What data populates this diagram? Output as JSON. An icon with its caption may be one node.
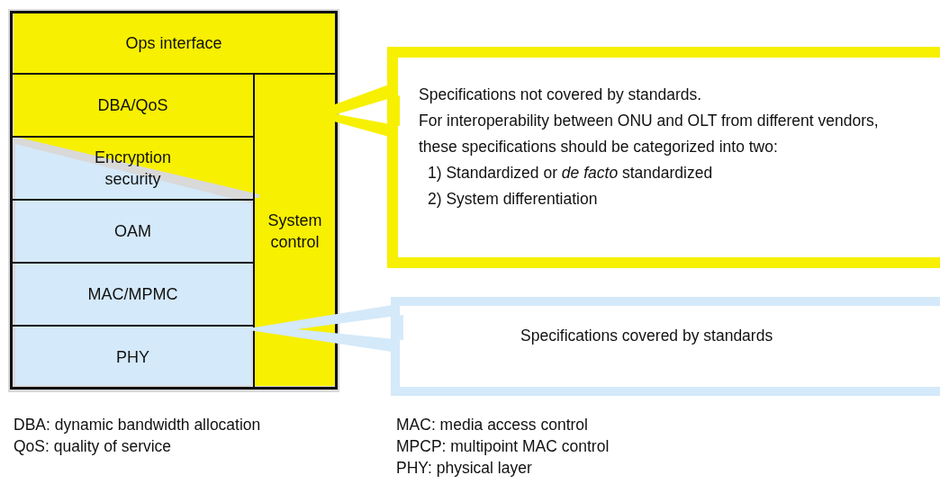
{
  "diagram": {
    "nodes": [
      {
        "text": [
          "Ops interface"
        ]
      },
      {
        "text": [
          "DBA/QoS"
        ]
      },
      {
        "text": [
          "Encryption security"
        ]
      },
      {
        "text": [
          "OAM"
        ]
      },
      {
        "text": [
          "MAC/MPMC"
        ]
      },
      {
        "text": [
          "PHY"
        ]
      },
      {
        "text": [
          "System control"
        ]
      },
      {
        "text": [
          "Specifications not covered by standards.",
          "For interoperability between ONU and OLT from different vendors, these specifications should be categorized into two:",
          "1) Standardized or *de facto* standardized",
          "2) System differentiation"
        ]
      },
      {
        "text": [
          "Specifications covered by standards"
        ]
      }
    ],
    "edges": [
      {
        "from": 7,
        "to": 6,
        "arrow": "none",
        "color": "#f7f000"
      },
      {
        "from": 8,
        "to": 5,
        "arrow": "none",
        "color": "#d4e9f9"
      }
    ],
    "labels": [
      "DBA: dynamic bandwidth allocation",
      "QoS: quality of service",
      "MAC: media access control",
      "MPCP: multipoint MAC control",
      "PHY: physical layer"
    ]
  }
}
